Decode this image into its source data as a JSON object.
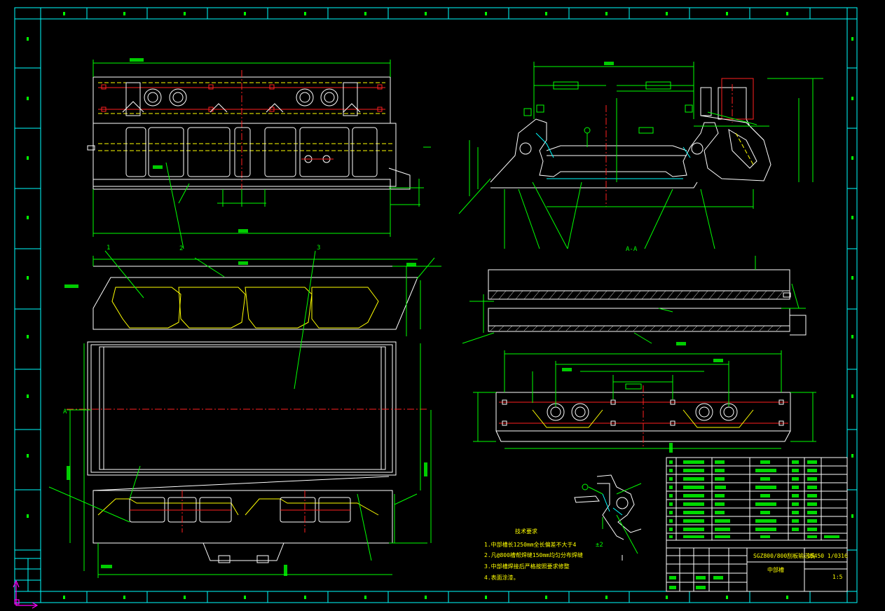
{
  "drawing": {
    "view_label": "A-A",
    "section_marker": "A",
    "balloons": [
      "1",
      "2",
      "3"
    ],
    "detail_tolerance": "±2",
    "tech_requirements": {
      "title": "技术要求",
      "lines": [
        "1.中部槽长1250mm全长偏差不大于4",
        "2.凡@800槽帮焊缝150mm均匀分布焊缝",
        "3.中部槽焊接后严格按照要求修整",
        "4.表面涂漆。"
      ]
    }
  },
  "title_block": {
    "product_name": "SGZ800/800刮板输送机",
    "part_name": "中部槽",
    "drawing_number": "15450 1/0316",
    "scale": "1:5"
  },
  "colors": {
    "frame": "#00ffff",
    "outline": "#ffffff",
    "dimension": "#00ff00",
    "centerline": "#ff2020",
    "hidden": "#ffff00",
    "ucs": "#ff00ff"
  }
}
